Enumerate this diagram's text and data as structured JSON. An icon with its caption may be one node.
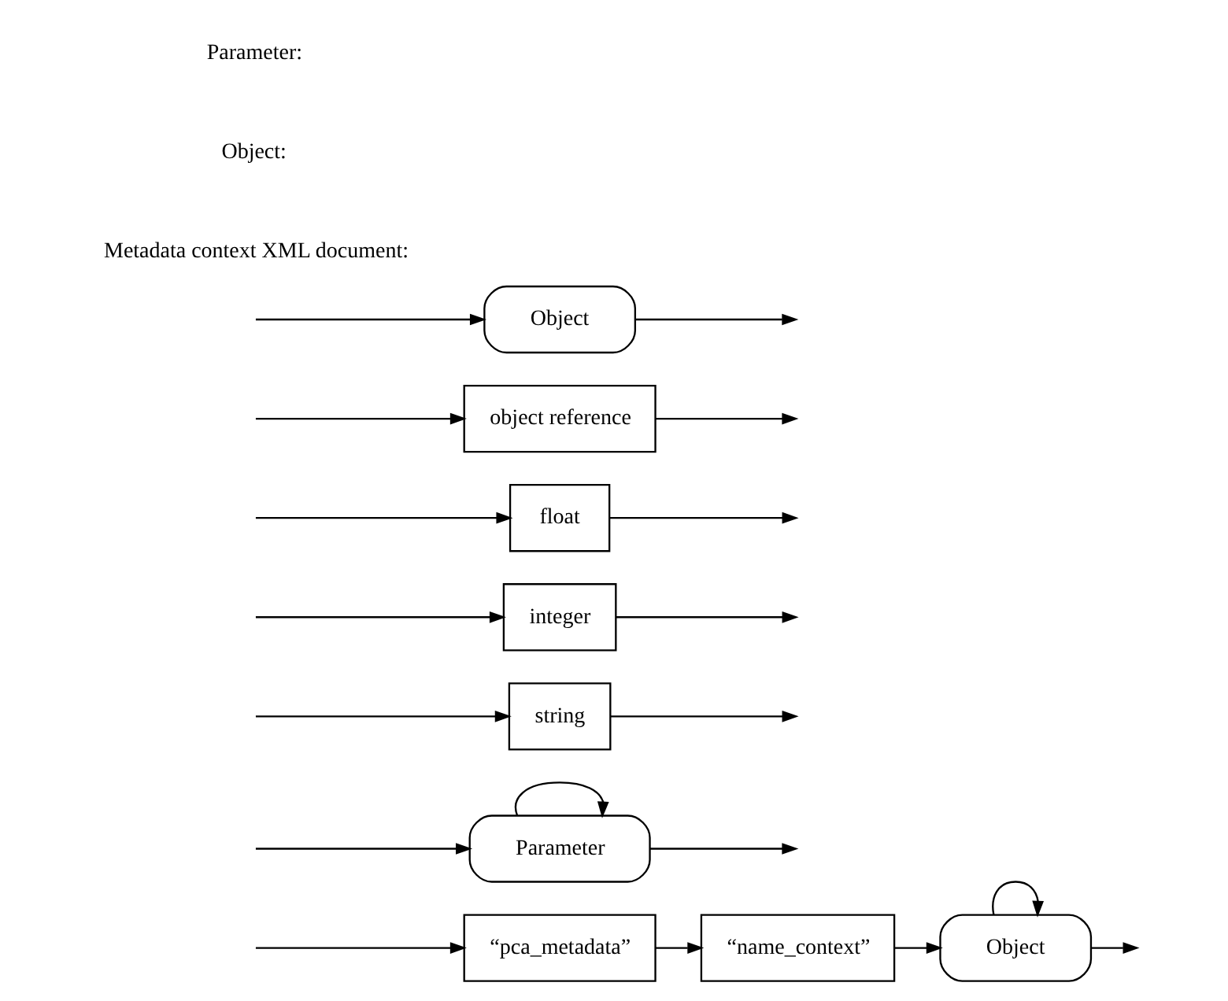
{
  "diagram": {
    "nodes": [
      {
        "text": [
          "“pca_metadata”"
        ]
      },
      {
        "text": [
          "“name_context”"
        ]
      },
      {
        "text": [
          "Object"
        ]
      },
      {
        "text": [
          "Parameter"
        ]
      },
      {
        "text": [
          "string"
        ]
      },
      {
        "text": [
          "integer"
        ]
      },
      {
        "text": [
          "float"
        ]
      },
      {
        "text": [
          "object reference"
        ]
      },
      {
        "text": [
          "Object"
        ]
      }
    ],
    "edges": [
      {
        "from": null,
        "to": 0,
        "arrow": "to"
      },
      {
        "from": 0,
        "to": 1,
        "arrow": "to"
      },
      {
        "from": 1,
        "to": 2,
        "arrow": "to"
      },
      {
        "from": 2,
        "to": 2,
        "arrow": "to"
      },
      {
        "from": 2,
        "to": null,
        "arrow": "to"
      },
      {
        "from": null,
        "to": 3,
        "arrow": "to"
      },
      {
        "from": 3,
        "to": 3,
        "arrow": "to"
      },
      {
        "from": 3,
        "to": null,
        "arrow": "to"
      },
      {
        "from": null,
        "to": 4,
        "arrow": "to"
      },
      {
        "from": null,
        "to": 5,
        "arrow": "to"
      },
      {
        "from": null,
        "to": 6,
        "arrow": "to"
      },
      {
        "from": null,
        "to": 7,
        "arrow": "to"
      },
      {
        "from": null,
        "to": 8,
        "arrow": "to"
      },
      {
        "from": 4,
        "to": null,
        "arrow": "to"
      },
      {
        "from": 5,
        "to": null,
        "arrow": "to"
      },
      {
        "from": 6,
        "to": null,
        "arrow": "to"
      },
      {
        "from": 7,
        "to": null,
        "arrow": "to"
      },
      {
        "from": 8,
        "to": null,
        "arrow": "to"
      }
    ],
    "labels": [
      "Metadata context XML document:",
      "Object:",
      "Parameter:"
    ]
  }
}
